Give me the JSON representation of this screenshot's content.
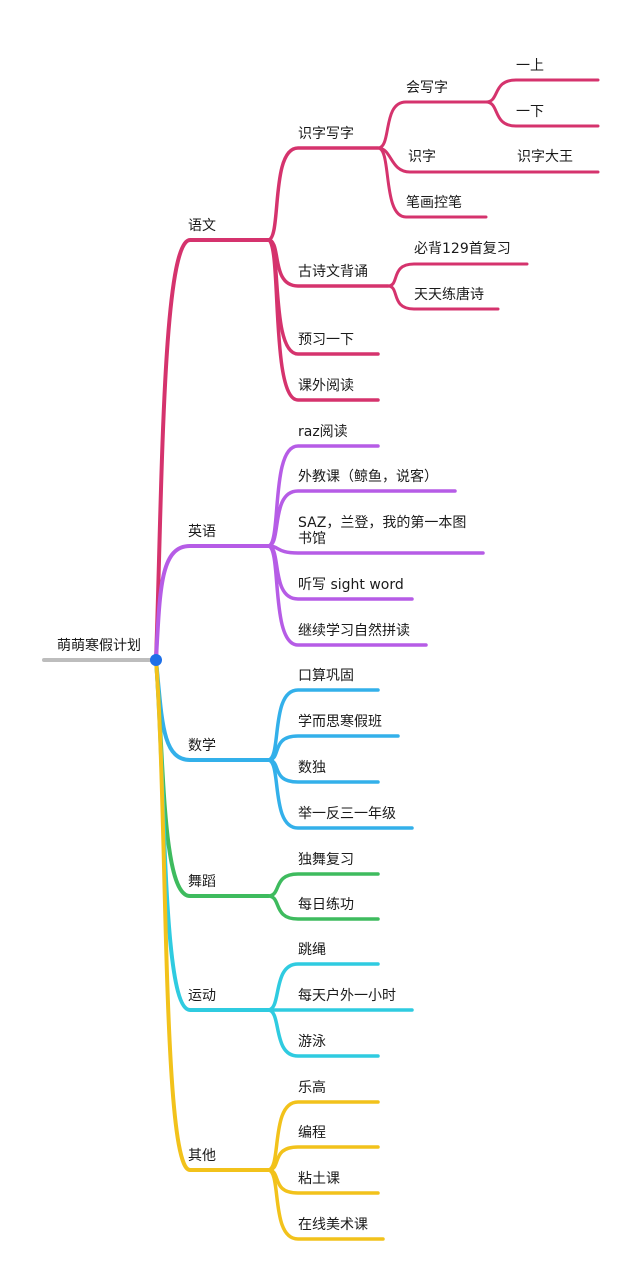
{
  "mindmap": {
    "root": "萌萌寒假计划",
    "colors": {
      "root_line": "#bdbdbd",
      "root_dot": "#1e6fe8",
      "yuwen": "#d5336d",
      "yingyu": "#b65ce6",
      "shuxue": "#33b0ea",
      "wudao": "#3ebb5e",
      "yundong": "#2fcbe0",
      "qita": "#f2c21b"
    },
    "branches": {
      "yuwen": {
        "label": "语文",
        "children": {
          "shizi_xiezi": {
            "label": "识字写字",
            "children": {
              "huixiezi": {
                "label": "会写字",
                "children": {
                  "yishang": "一上",
                  "yixia": "一下"
                }
              },
              "shizi": {
                "label": "识字",
                "children": {
                  "shizidawang": "识字大王"
                }
              },
              "bihua": "笔画控笔"
            }
          },
          "gushiwen": {
            "label": "古诗文背诵",
            "children": {
              "bibei": "必背129首复习",
              "tiantian": "天天练唐诗"
            }
          },
          "yuxi": "预习一下",
          "kewai": "课外阅读"
        }
      },
      "yingyu": {
        "label": "英语",
        "children": {
          "raz": "raz阅读",
          "waijiao": "外教课（鲸鱼，说客）",
          "saz_line1": "SAZ，兰登，我的第一本图",
          "saz_line2": "书馆",
          "tingxie": "听写 sight word",
          "pindu": "继续学习自然拼读"
        }
      },
      "shuxue": {
        "label": "数学",
        "children": {
          "kousuan": "口算巩固",
          "xueersi": "学而思寒假班",
          "shudu": "数独",
          "juyi": "举一反三一年级"
        }
      },
      "wudao": {
        "label": "舞蹈",
        "children": {
          "duwu": "独舞复习",
          "meiri": "每日练功"
        }
      },
      "yundong": {
        "label": "运动",
        "children": {
          "tiaosheng": "跳绳",
          "huwai": "每天户外一小时",
          "youyong": "游泳"
        }
      },
      "qita": {
        "label": "其他",
        "children": {
          "legao": "乐高",
          "biancheng": "编程",
          "niantu": "粘土课",
          "meishu": "在线美术课"
        }
      }
    }
  }
}
